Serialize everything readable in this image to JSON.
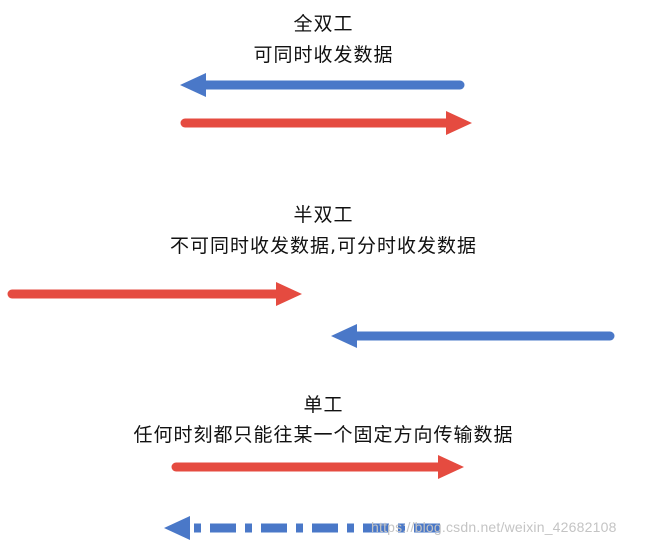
{
  "sections": {
    "full_duplex": {
      "title": "全双工",
      "desc": "可同时收发数据"
    },
    "half_duplex": {
      "title": "半双工",
      "desc": "不可同时收发数据,可分时收发数据"
    },
    "simplex": {
      "title": "单工",
      "desc": "任何时刻都只能往某一个固定方向传输数据"
    }
  },
  "colors": {
    "red": "#e54b40",
    "blue": "#4a78c8"
  },
  "watermark": "https://blog.csdn.net/weixin_42682108"
}
